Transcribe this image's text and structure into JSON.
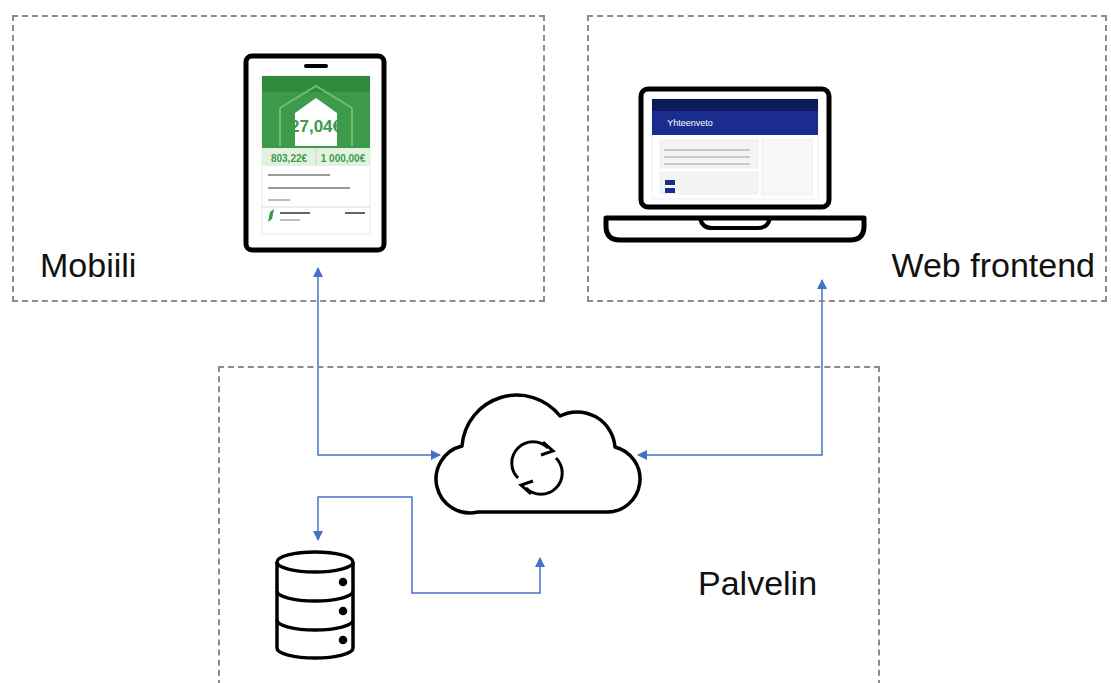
{
  "diagram": {
    "nodes": [
      {
        "text": [
          "Mobiili"
        ]
      },
      {
        "text": [
          "Web frontend"
        ]
      },
      {
        "text": [
          "Palvelin"
        ]
      }
    ],
    "edges": [
      {
        "from": 0,
        "to": 2,
        "arrow": "both"
      },
      {
        "from": 1,
        "to": 2,
        "arrow": "both"
      }
    ],
    "labels": [
      "27,04€",
      "803,22€",
      "1 000,00€",
      "Yhteenveto"
    ]
  }
}
